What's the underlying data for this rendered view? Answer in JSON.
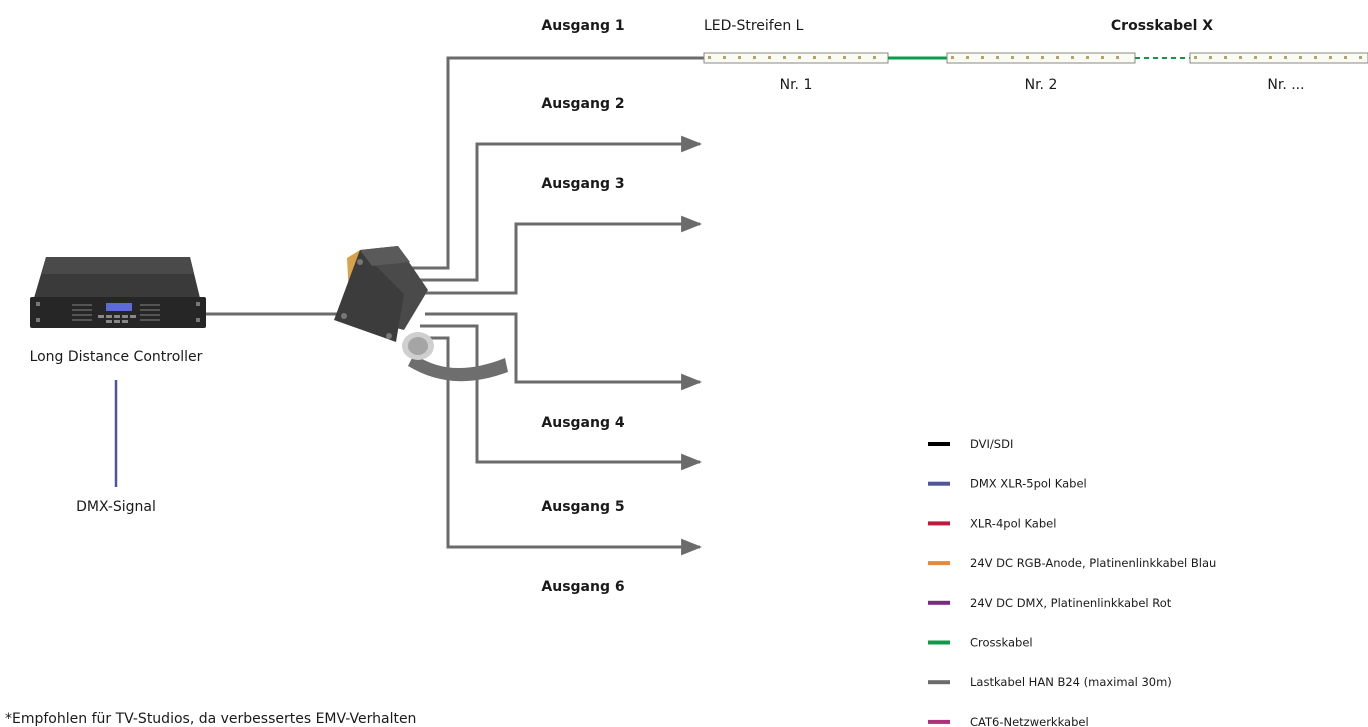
{
  "controller": {
    "label": "Long Distance Controller"
  },
  "signal": {
    "label": "DMX-Signal",
    "color": "#4e5599"
  },
  "strip": {
    "title": "LED-Streifen L",
    "cross_label": "Crosskabel X",
    "cross_color": "#0e9a4b",
    "segments": [
      "Nr. 1",
      "Nr. 2",
      "Nr. ..."
    ]
  },
  "outputs": [
    "Ausgang 1",
    "Ausgang 2",
    "Ausgang 3",
    "Ausgang 4",
    "Ausgang 5",
    "Ausgang 6"
  ],
  "cable_color": "#6b6b6b",
  "legend": [
    {
      "label": "DVI/SDI",
      "color": "#000000"
    },
    {
      "label": "DMX XLR-5pol Kabel",
      "color": "#4e5599"
    },
    {
      "label": "XLR-4pol Kabel",
      "color": "#c2183c"
    },
    {
      "label": "24V DC RGB-Anode, Platinenlinkkabel Blau",
      "color": "#e8893a"
    },
    {
      "label": "24V DC DMX, Platinenlinkkabel Rot",
      "color": "#7a2a82"
    },
    {
      "label": "Crosskabel",
      "color": "#0e9a4b"
    },
    {
      "label": "Lastkabel HAN B24 (maximal 30m)",
      "color": "#6b6b6b"
    },
    {
      "label": "CAT6-Netzwerkkabel",
      "color": "#b0307a"
    }
  ],
  "footnote": "*Empfohlen für TV-Studios, da verbessertes EMV-Verhalten"
}
